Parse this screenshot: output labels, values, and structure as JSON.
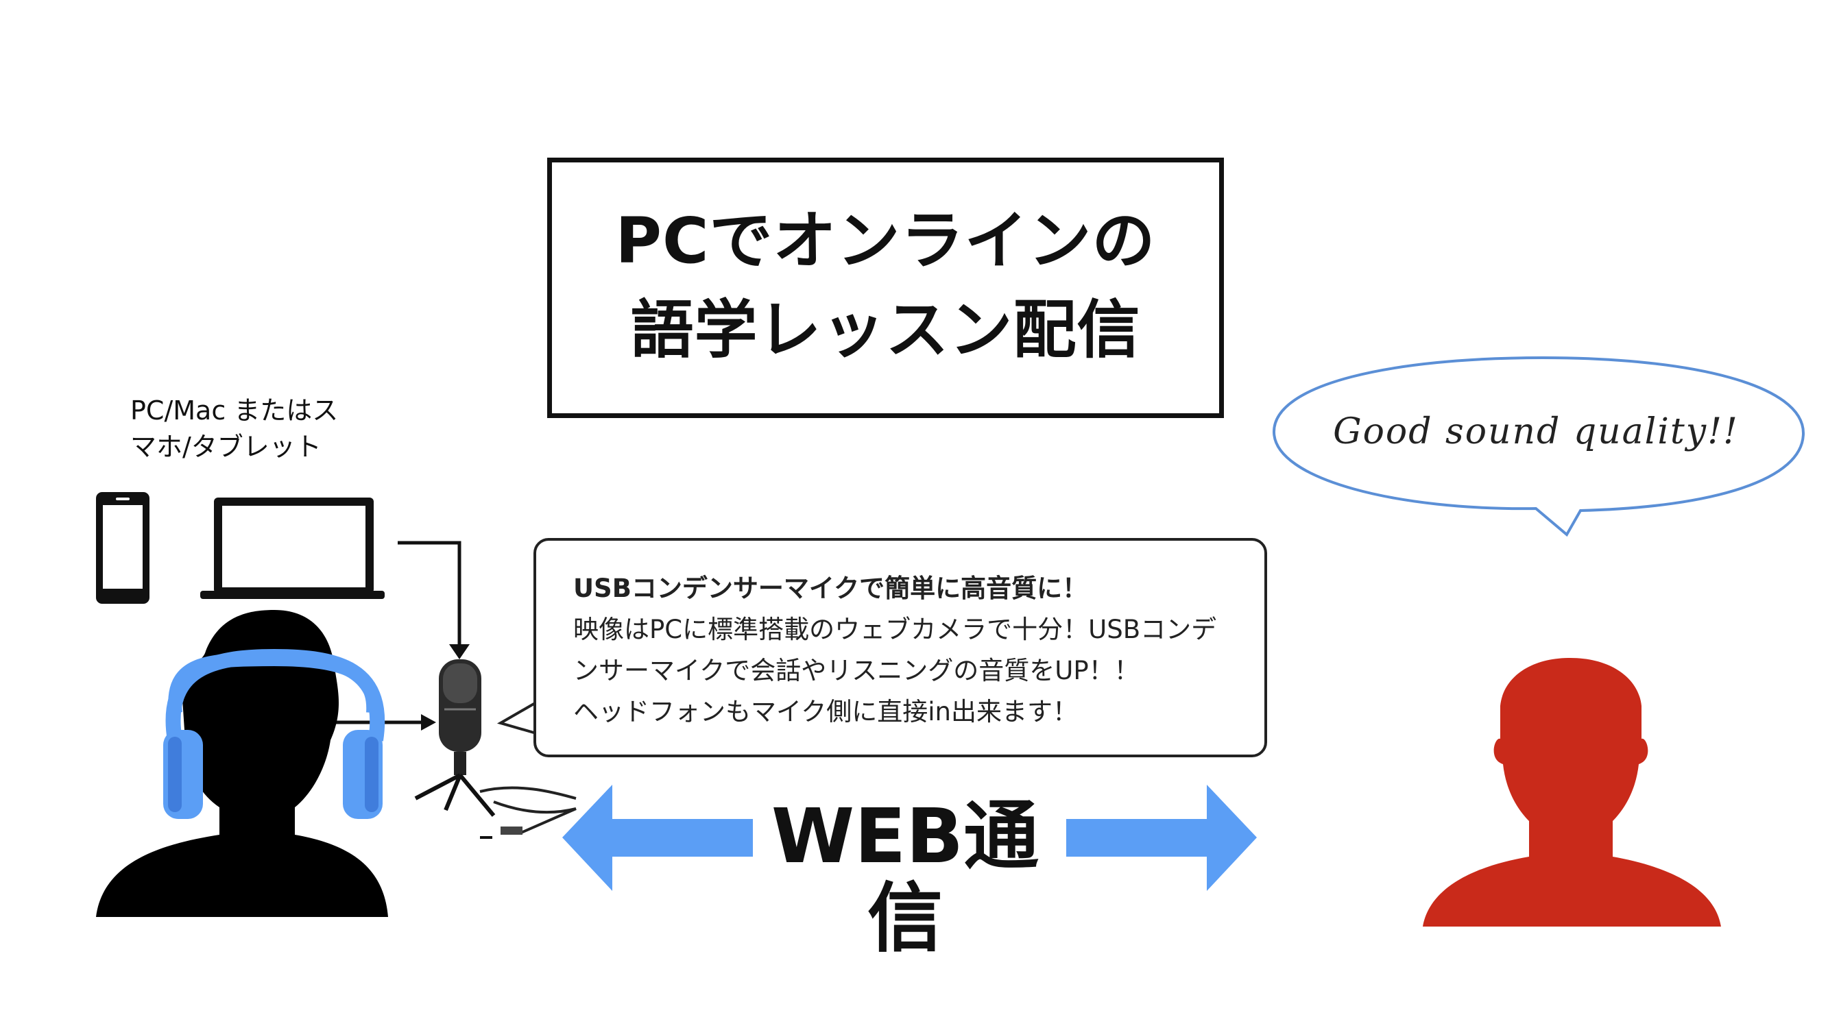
{
  "title": {
    "line1": "PCでオンラインの",
    "line2": "語学レッスン配信"
  },
  "devices": {
    "caption_line1": "PC/Mac またはス",
    "caption_line2": "マホ/タブレット"
  },
  "info_box": {
    "headline": "USBコンデンサーマイクで簡単に高音質に！",
    "body_line1": "映像はPCに標準搭載のウェブカメラで十分！USBコンデ",
    "body_line2": "ンサーマイクで会話やリスニングの音質をUP！！",
    "body_line3": "ヘッドフォンもマイク側に直接in出来ます！"
  },
  "speech_bubble": {
    "text": "Good sound quality!!"
  },
  "connection": {
    "label": "WEB通信"
  },
  "colors": {
    "arrow_blue": "#5b9ef5",
    "headphone_blue": "#5b9ef5",
    "bubble_outline": "#5b8fd6",
    "student_red": "#c92a1a",
    "silhouette_black": "#000000"
  }
}
